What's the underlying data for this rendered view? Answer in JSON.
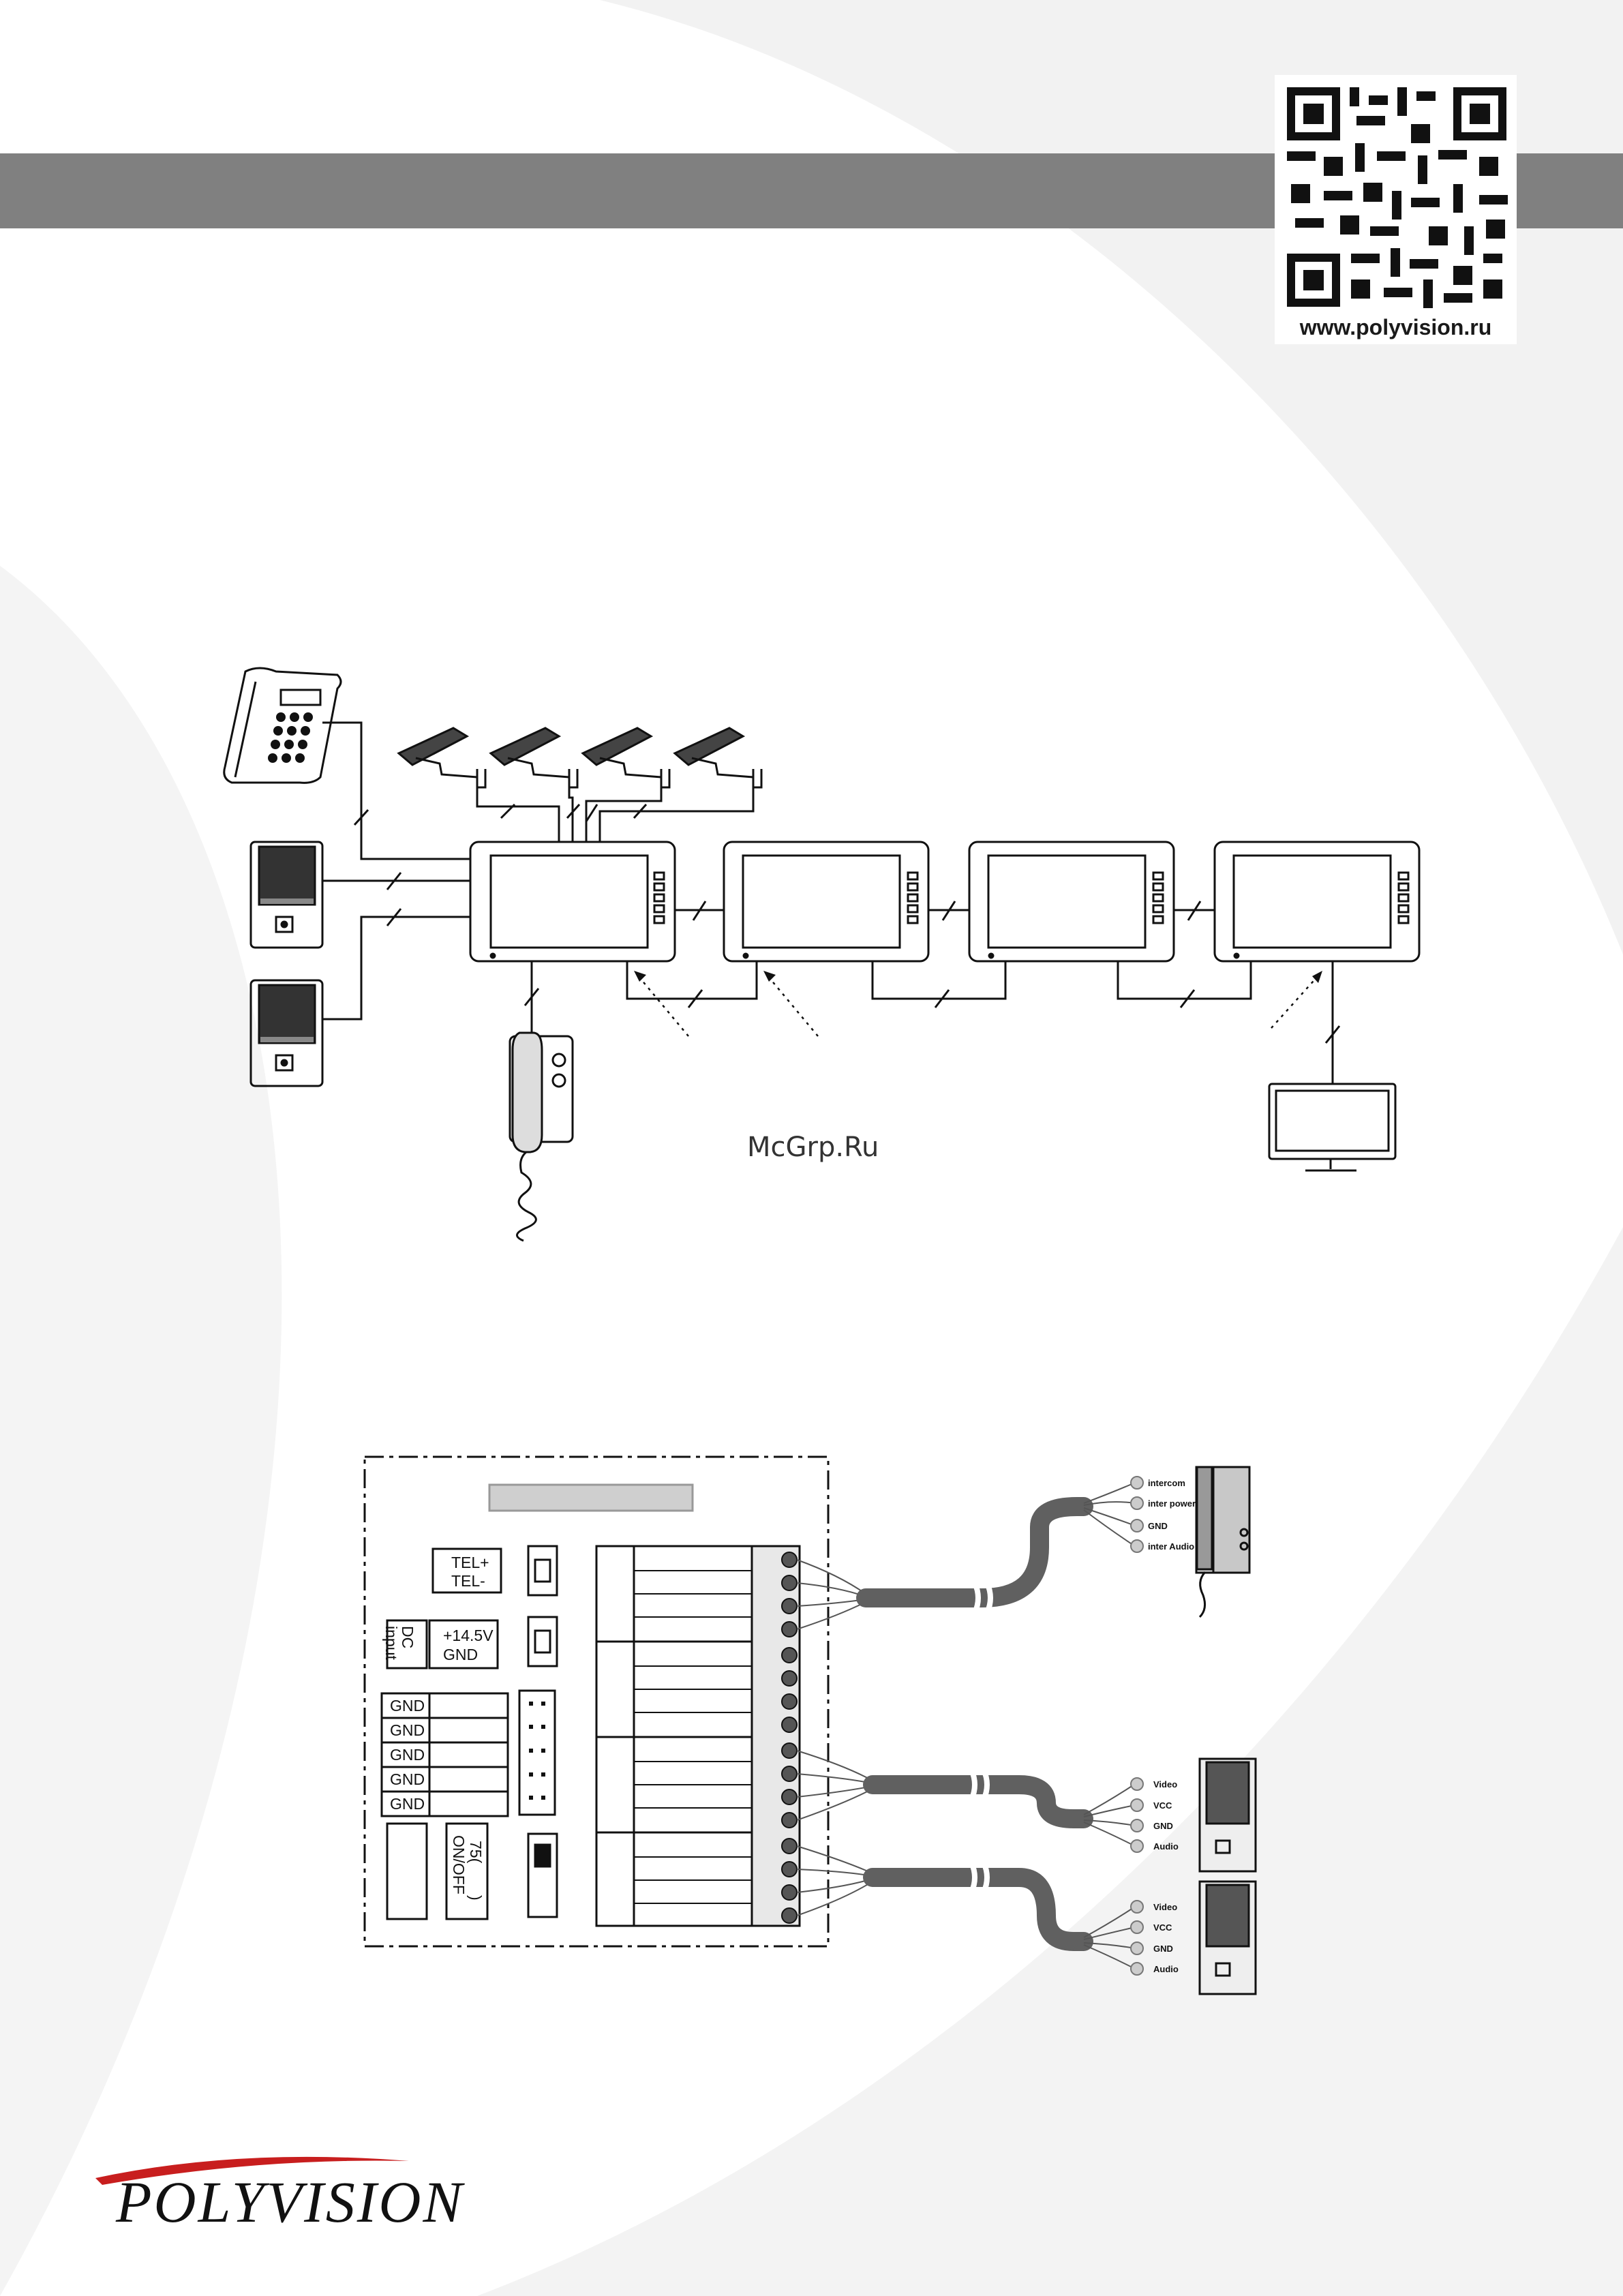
{
  "header": {
    "bar_color": "#808080"
  },
  "qr": {
    "url": "www.polyvision.ru"
  },
  "watermark": "McGrp.Ru",
  "panel_labels": {
    "tel_plus": "TEL+",
    "tel_minus": "TEL-",
    "dc": "DC",
    "input": "input",
    "v_plus": "+14.5V",
    "gnd": "GND",
    "ohm_75": "75(",
    "ohm_close": ")",
    "on_off": "ON/OFF"
  },
  "handset_terminals": [
    "intercom",
    "inter power",
    "GND",
    "inter Audio"
  ],
  "door_terminals": [
    "Video",
    "VCC",
    "GND",
    "Audio"
  ],
  "brand": {
    "name": "POLYVISION"
  }
}
